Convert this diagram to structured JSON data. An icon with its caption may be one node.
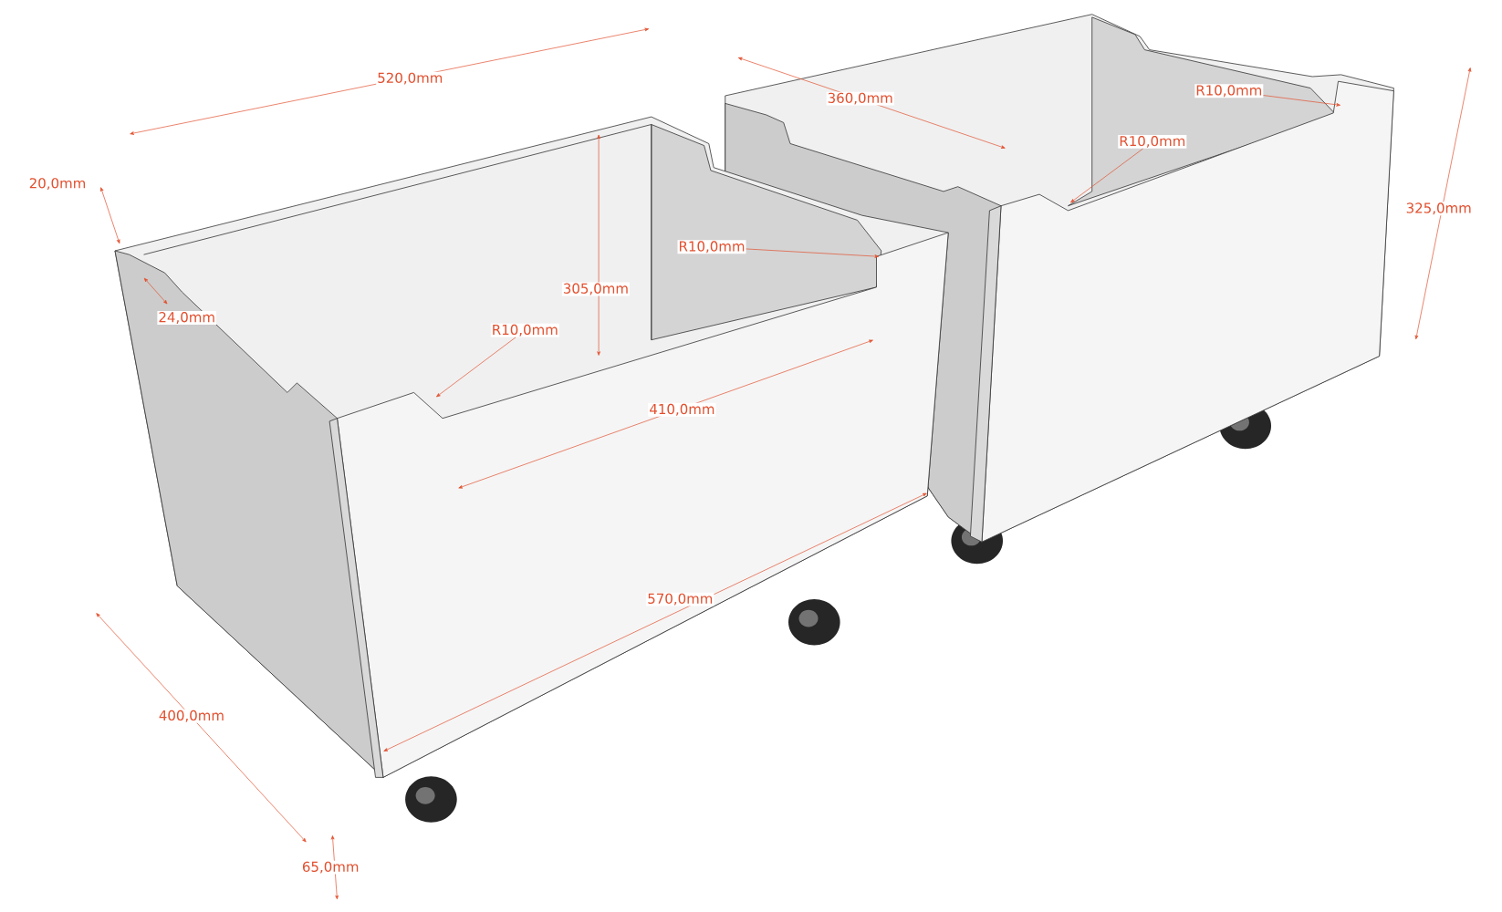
{
  "diagram": {
    "nodes": [
      {
        "text": [
          "R10,0mm"
        ]
      },
      {
        "text": [
          "R10,0mm"
        ]
      },
      {
        "text": [
          "R10,0mm"
        ]
      },
      {
        "text": [
          "R10,0mm"
        ]
      }
    ],
    "edges": [
      {
        "from": 0,
        "to": null,
        "arrow": "to"
      },
      {
        "from": 1,
        "to": null,
        "arrow": "to"
      },
      {
        "from": 2,
        "to": null,
        "arrow": "to"
      },
      {
        "from": 3,
        "to": null,
        "arrow": "to"
      }
    ],
    "labels": [
      "520,0mm",
      "360,0mm",
      "20,0mm",
      "325,0mm",
      "305,0mm",
      "24,0mm",
      "410,0mm",
      "570,0mm",
      "400,0mm",
      "65,0mm"
    ]
  }
}
